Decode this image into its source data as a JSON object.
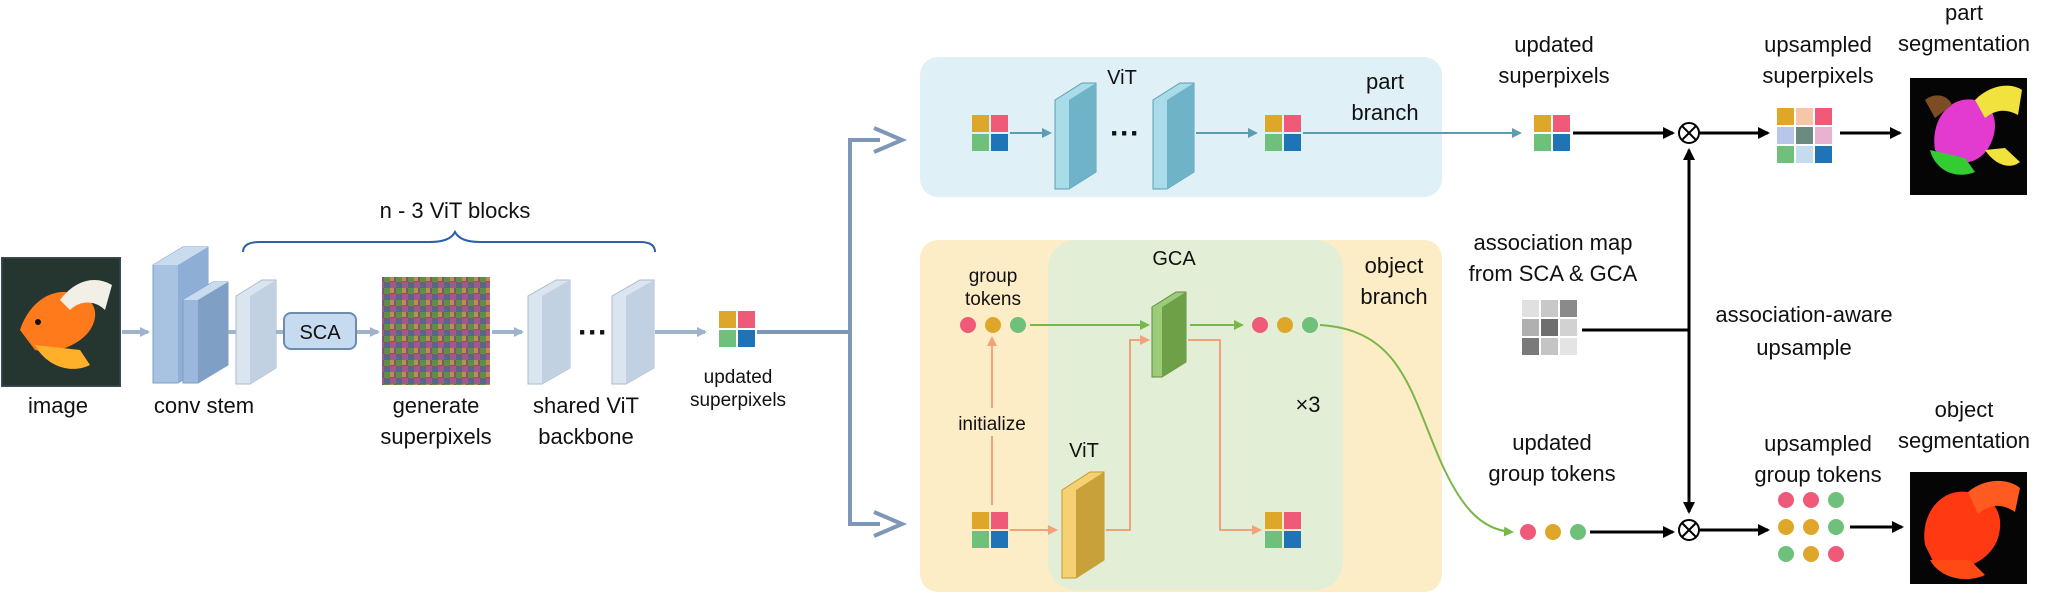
{
  "labels": {
    "image": "image",
    "conv_stem": "conv stem",
    "sca": "SCA",
    "generate_1": "generate",
    "generate_2": "superpixels",
    "shared_1": "shared ViT",
    "shared_2": "backbone",
    "n3_blocks": "n - 3 ViT blocks",
    "updated_sp_1": "updated",
    "updated_sp_2": "superpixels",
    "vit_top": "ViT",
    "part_branch_1": "part",
    "part_branch_2": "branch",
    "top_updated_1": "updated",
    "top_updated_2": "superpixels",
    "upsampled_sp_1": "upsampled",
    "upsampled_sp_2": "superpixels",
    "part_seg_1": "part",
    "part_seg_2": "segmentation",
    "group_tokens_1": "group",
    "group_tokens_2": "tokens",
    "gca": "GCA",
    "object_branch_1": "object",
    "object_branch_2": "branch",
    "initialize": "initialize",
    "vit_bottom": "ViT",
    "times3": "×3",
    "assoc_map_1": "association map",
    "assoc_map_2": "from SCA & GCA",
    "assoc_aware_1": "association-aware",
    "assoc_aware_2": "upsample",
    "updated_gt_1": "updated",
    "updated_gt_2": "group tokens",
    "upsampled_gt_1": "upsampled",
    "upsampled_gt_2": "group tokens",
    "object_seg_1": "object",
    "object_seg_2": "segmentation",
    "dots": "···"
  },
  "colors": {
    "part_bg": "#dff1f6",
    "object_bg": "#fdedc7",
    "gca_bg": "#e3eed6",
    "arrow_blue": "#7e97b5",
    "arrow_teal": "#5c9eb0",
    "arrow_green": "#7ab648",
    "arrow_orange": "#f1a27a",
    "token_red": "#ee5a78",
    "token_yellow": "#dea72a",
    "token_green": "#6ec07a",
    "sp_blue": "#1f73b7"
  }
}
